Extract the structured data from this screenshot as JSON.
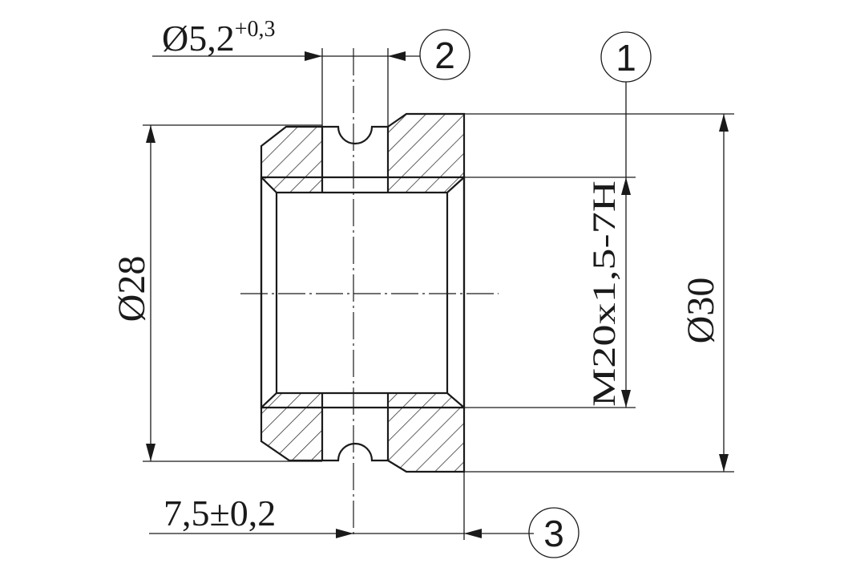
{
  "dimensions": {
    "hole_diameter": {
      "base": "Ø5,2",
      "tolerance": "+0,3"
    },
    "outer_left_diameter": "Ø28",
    "outer_right_diameter": "Ø30",
    "thread": "M20x1,5-7H",
    "hole_position": "7,5±0,2"
  },
  "callouts": [
    "1",
    "2",
    "3"
  ],
  "colors": {
    "line": "#1a1a1a",
    "background": "#ffffff"
  }
}
